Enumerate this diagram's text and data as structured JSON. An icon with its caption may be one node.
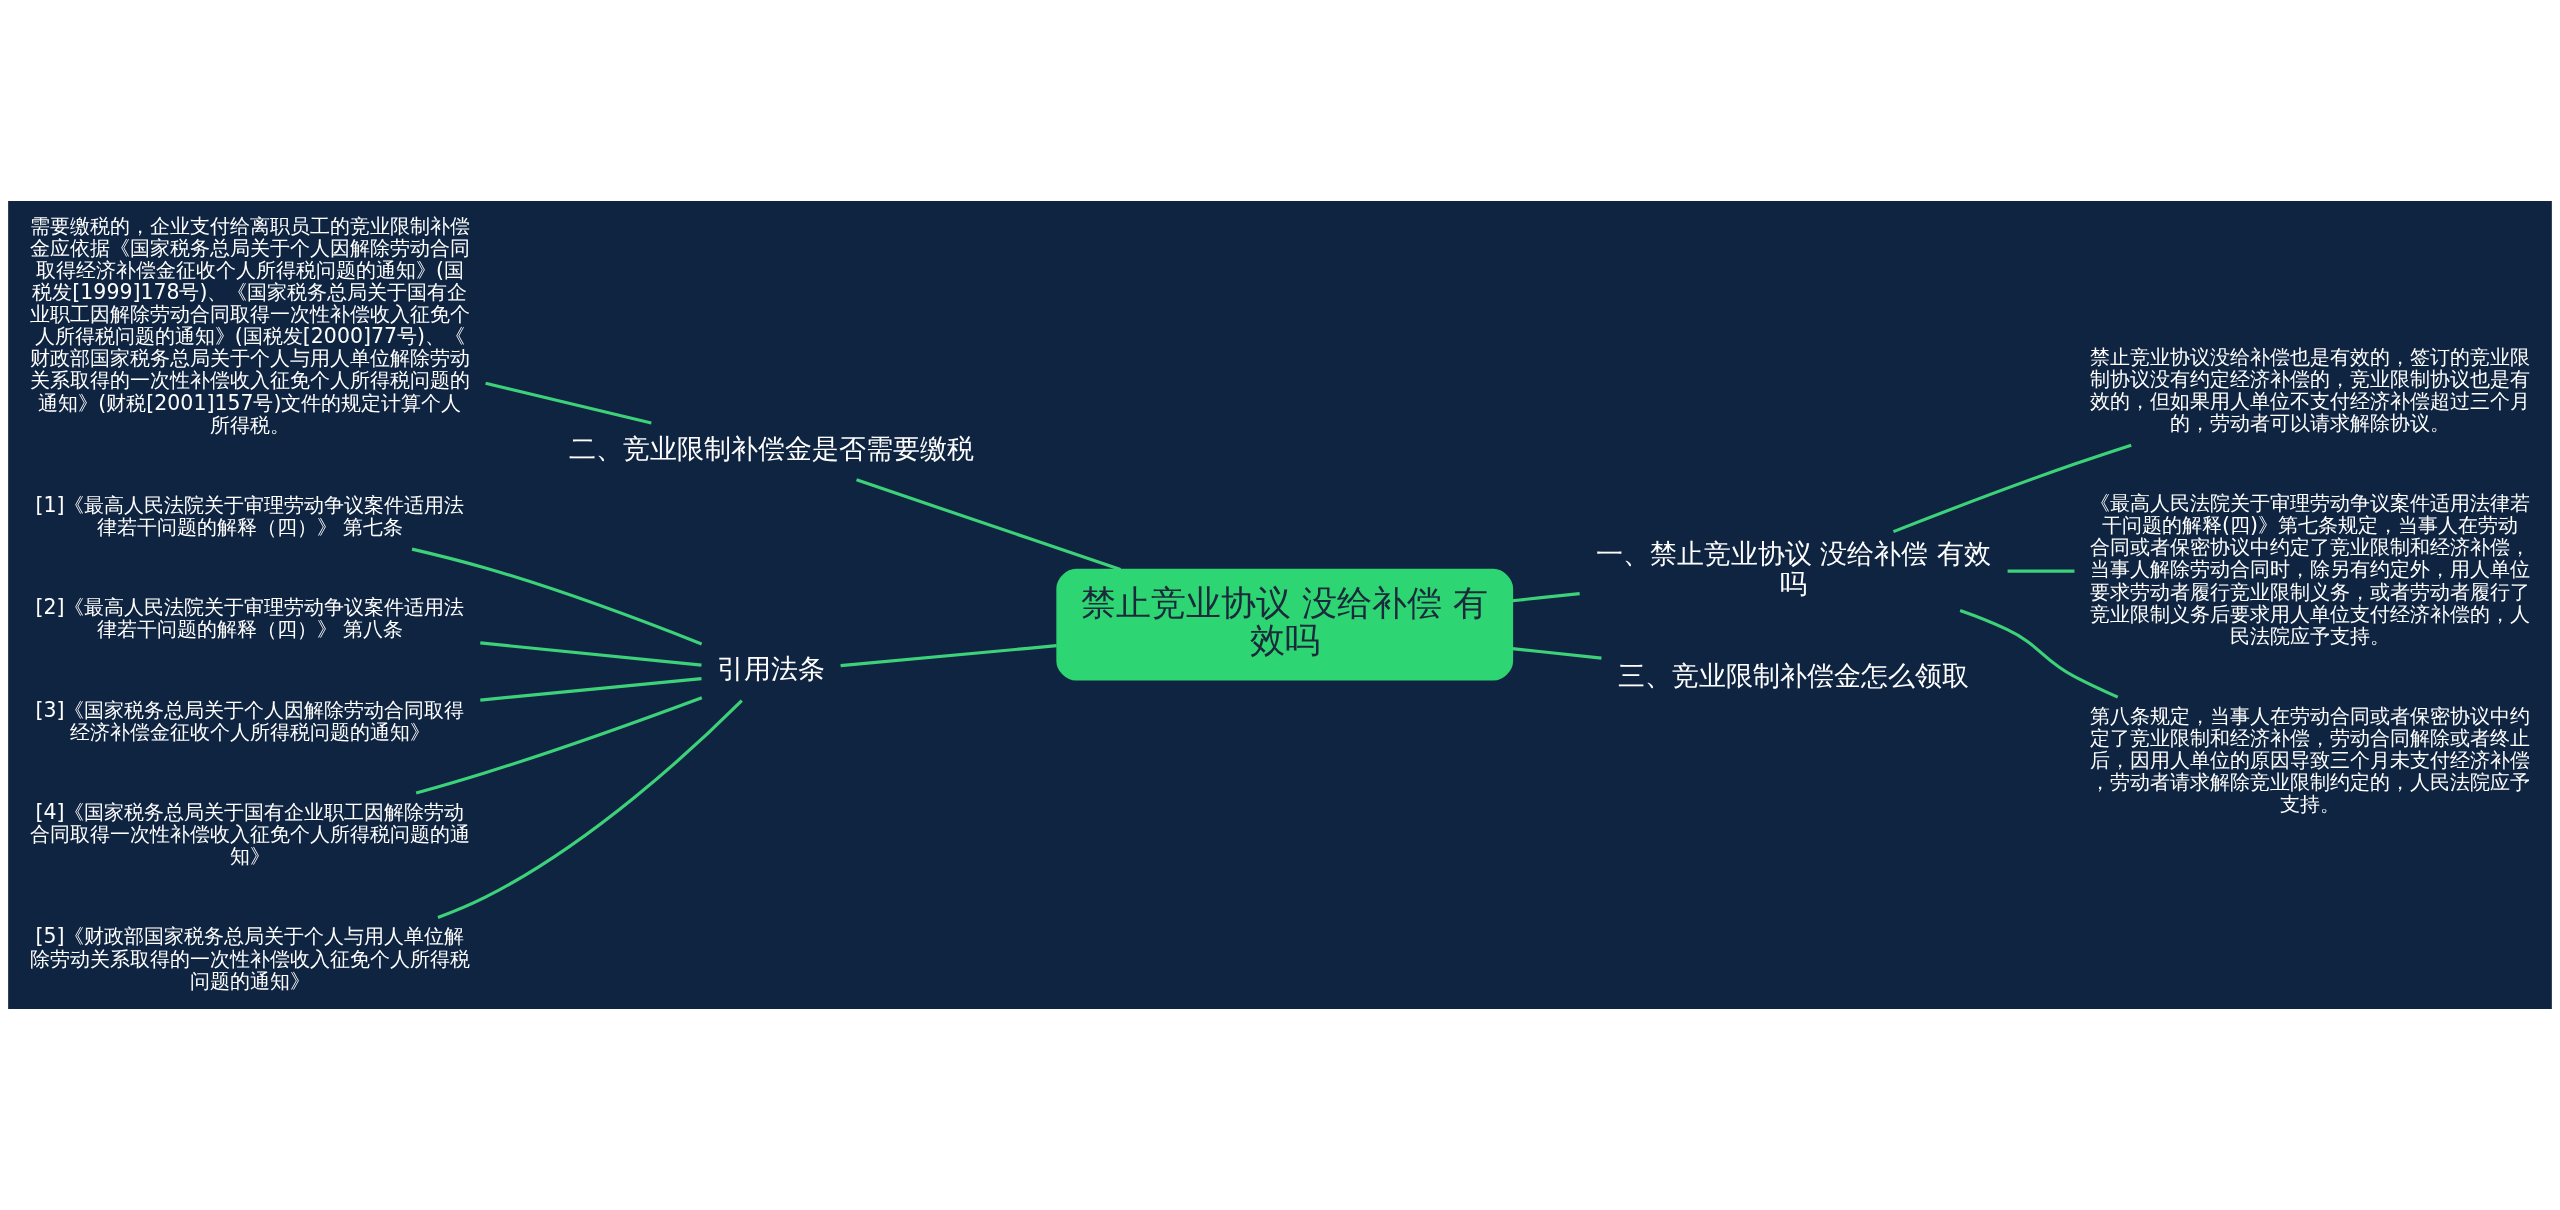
{
  "diagram": {
    "nodes": [
      {
        "text": [
          "禁止竞业协议 没给补偿 有效吗"
        ]
      },
      {
        "text": [
          "一、禁止竞业协议 没给补偿 有效吗"
        ]
      },
      {
        "text": [
          "禁止竞业协议没给补偿也是有效的，签订的竞业限制协议没有约定经济补偿的，竞业限制协议也是有效的，但如果用人单位不支付经济补偿超过三个月的，劳动者可以请求解除协议。"
        ]
      },
      {
        "text": [
          "《最高人民法院关于审理劳动争议案件适用法律若干问题的解释(四)》第七条规定，当事人在劳动合同或者保密协议中约定了竞业限制和经济补偿，当事人解除劳动合同时，除另有约定外，用人单位要求劳动者履行竞业限制义务，或者劳动者履行了竞业限制义务后要求用人单位支付经济补偿的，人民法院应予支持。"
        ]
      },
      {
        "text": [
          "第八条规定，当事人在劳动合同或者保密协议中约定了竞业限制和经济补偿，劳动合同解除或者终止后，因用人单位的原因导致三个月未支付经济补偿，劳动者请求解除竞业限制约定的，人民法院应予支持。"
        ]
      },
      {
        "text": [
          "三、竞业限制补偿金怎么领取"
        ]
      },
      {
        "text": [
          "二、竞业限制补偿金是否需要缴税"
        ]
      },
      {
        "text": [
          "需要缴税的，企业支付给离职员工的竞业限制补偿金应依据《国家税务总局关于个人因解除劳动合同取得经济补偿金征收个人所得税问题的通知》(国税发[1999]178号)、《国家税务总局关于国有企业职工因解除劳动合同取得一次性补偿收入征免个人所得税问题的通知》(国税发[2000]77号)、《财政部国家税务总局关于个人与用人单位解除劳动关系取得的一次性补偿收入征免个人所得税问题的通知》(财税[2001]157号)文件的规定计算个人所得税。"
        ]
      },
      {
        "text": [
          "引用法条"
        ]
      },
      {
        "text": [
          "[1]《最高人民法院关于审理劳动争议案件适用法律若干问题的解释（四）》 第七条"
        ]
      },
      {
        "text": [
          "[2]《最高人民法院关于审理劳动争议案件适用法律若干问题的解释（四）》 第八条"
        ]
      },
      {
        "text": [
          "[3]《国家税务总局关于个人因解除劳动合同取得经济补偿金征收个人所得税问题的通知》"
        ]
      },
      {
        "text": [
          "[4]《国家税务总局关于国有企业职工因解除劳动合同取得一次性补偿收入征免个人所得税问题的通知》"
        ]
      },
      {
        "text": [
          "[5]《财政部国家税务总局关于个人与用人单位解除劳动关系取得的一次性补偿收入征免个人所得税问题的通知》"
        ]
      }
    ],
    "edges": [
      {
        "from": 0,
        "to": 1,
        "arrow": "none"
      },
      {
        "from": 1,
        "to": 2,
        "arrow": "none"
      },
      {
        "from": 1,
        "to": 3,
        "arrow": "none"
      },
      {
        "from": 1,
        "to": 4,
        "arrow": "none"
      },
      {
        "from": 0,
        "to": 5,
        "arrow": "none"
      },
      {
        "from": 0,
        "to": 6,
        "arrow": "none"
      },
      {
        "from": 6,
        "to": 7,
        "arrow": "none"
      },
      {
        "from": 0,
        "to": 8,
        "arrow": "none"
      },
      {
        "from": 8,
        "to": 9,
        "arrow": "none"
      },
      {
        "from": 8,
        "to": 10,
        "arrow": "none"
      },
      {
        "from": 8,
        "to": 11,
        "arrow": "none"
      },
      {
        "from": 8,
        "to": 12,
        "arrow": "none"
      },
      {
        "from": 8,
        "to": 13,
        "arrow": "none"
      }
    ]
  }
}
